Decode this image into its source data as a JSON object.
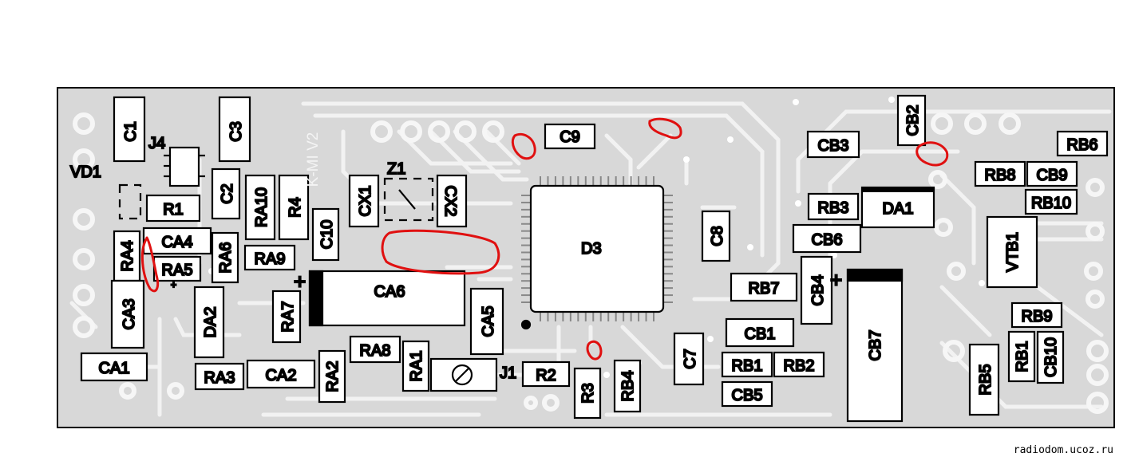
{
  "board": {
    "silk_label": "K-MI V2",
    "watermark": "radiodom.ucoz.ru"
  },
  "components": {
    "C1": "C1",
    "C3": "C3",
    "J4": "J4",
    "VD1": "VD1",
    "C2": "C2",
    "R1": "R1",
    "RA10": "RA10",
    "R4": "R4",
    "C10": "C10",
    "CX1": "CX1",
    "Z1": "Z1",
    "CX2": "CX2",
    "C9": "C9",
    "D3": "D3",
    "C8": "C8",
    "CB3": "CB3",
    "CB2": "CB2",
    "RB6": "RB6",
    "RB8": "RB8",
    "CB9": "CB9",
    "RB10": "RB10",
    "RB3": "RB3",
    "DA1": "DA1",
    "CB6": "CB6",
    "VTB1": "VTB1",
    "CA4": "CA4",
    "RA4": "RA4",
    "RA5": "RA5",
    "RA6": "RA6",
    "RA9": "RA9",
    "CA6": "CA6",
    "CA3": "CA3",
    "DA2": "DA2",
    "RA7": "RA7",
    "CA5": "CA5",
    "RB7": "RB7",
    "CB4": "CB4",
    "CB7": "CB7",
    "RB9": "RB9",
    "CB1": "CB1",
    "C7": "C7",
    "RA8": "RA8",
    "RA1": "RA1",
    "CA1": "CA1",
    "RA3": "RA3",
    "CA2": "CA2",
    "RA2": "RA2",
    "J1": "J1",
    "R2": "R2",
    "R3": "R3",
    "RB4": "RB4",
    "RB1": "RB1",
    "RB2": "RB2",
    "CB5": "CB5",
    "RB5": "RB5",
    "RB1b": "RB1",
    "CB10": "CB10"
  },
  "colors": {
    "board": "#d8d8d8",
    "trace": "#f4f4f4",
    "pad_fill": "#e6e6e6",
    "outline": "#000000",
    "highlight": "#e01010"
  }
}
